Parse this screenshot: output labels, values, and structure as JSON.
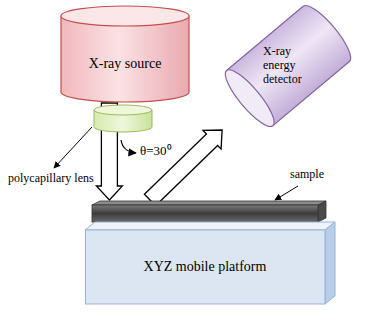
{
  "diagram": {
    "nodes": [
      {
        "text": [
          "X-ray source"
        ]
      },
      {
        "text": [
          "X-ray energy detector"
        ]
      },
      {
        "text": [
          "XYZ mobile platform"
        ]
      }
    ],
    "edges": [
      {
        "from": 0,
        "to": 2,
        "arrow": "to"
      },
      {
        "from": 2,
        "to": 1,
        "arrow": "to"
      }
    ],
    "labels": [
      "polycapillary lens",
      "θ=30⁰",
      "sample"
    ]
  }
}
